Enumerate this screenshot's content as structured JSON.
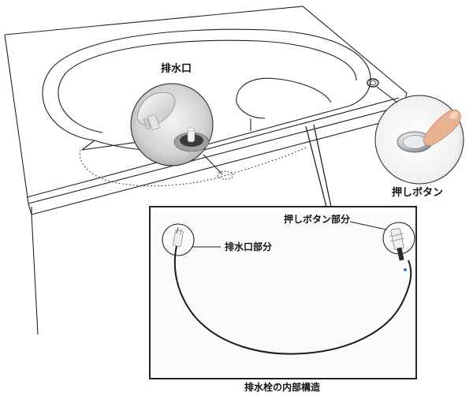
{
  "labels": {
    "drain_outlet": "排水口",
    "push_button": "押しボタン",
    "push_button_part": "押しボタン部分",
    "drain_outlet_part": "排水口部分",
    "caption": "排水栓の内部構造"
  },
  "colors": {
    "line": "#222222",
    "bathtub_fill": "#ffffff",
    "photo_gray": "#d9d9d9",
    "button_metal": "#c9ccd0",
    "skin": "#e8b48f"
  }
}
